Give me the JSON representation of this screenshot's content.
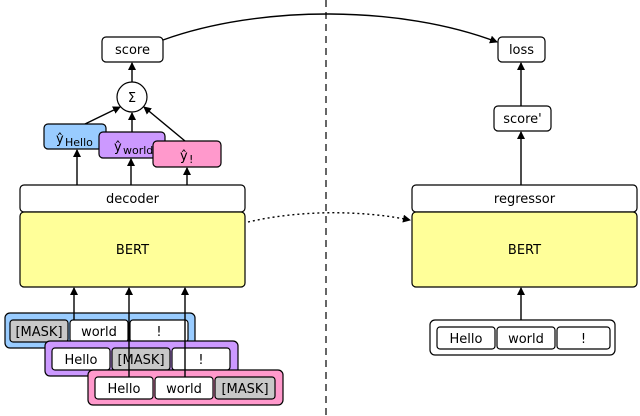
{
  "colors": {
    "bert_fill": "#ffff99",
    "hello_fill": "#99ccff",
    "world_fill": "#cc99ff",
    "excl_fill": "#ff99cc",
    "mask_fill": "#c8c8c8",
    "white": "#ffffff",
    "line": "#000000"
  },
  "left": {
    "score": "score",
    "sum": "Σ",
    "y_hat": "ŷ",
    "y_hello_sub": "Hello",
    "y_world_sub": "world",
    "y_excl_sub": "!",
    "decoder": "decoder",
    "bert": "BERT",
    "inputs": [
      [
        "[MASK]",
        "world",
        "!"
      ],
      [
        "Hello",
        "[MASK]",
        "!"
      ],
      [
        "Hello",
        "world",
        "[MASK]"
      ]
    ]
  },
  "right": {
    "loss": "loss",
    "score_prime": "score'",
    "regressor": "regressor",
    "bert": "BERT",
    "input": [
      "Hello",
      "world",
      "!"
    ]
  }
}
